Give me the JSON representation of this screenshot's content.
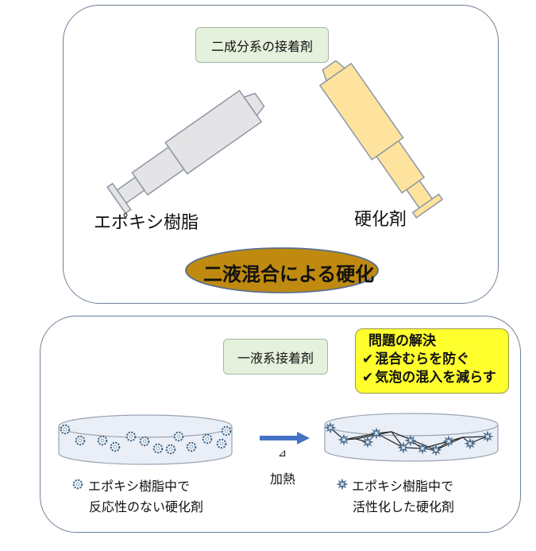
{
  "top_panel": {
    "title": "二成分系の接着剤",
    "left_label": "エポキシ樹脂",
    "right_label": "硬化剤",
    "result_label": "二液混合による硬化",
    "colors": {
      "left_syringe": "#e4e4e6",
      "right_syringe": "#fde39d",
      "ellipse": "#bf8a0f"
    }
  },
  "bottom_panel": {
    "title": "一液系接着剤",
    "solution_box": {
      "heading": "問題の解決",
      "items": [
        "混合むらを防ぐ",
        "気泡の混入を減らす"
      ],
      "color": "#ffff2e"
    },
    "arrow_symbol": "⊿",
    "arrow_label": "加熱",
    "left_caption": {
      "line1": "エポキシ樹脂中で",
      "line2": "反応性のない硬化剤"
    },
    "right_caption": {
      "line1": "エポキシ樹脂中で",
      "line2": "活性化した硬化剤"
    },
    "colors": {
      "arrow": "#4472c4",
      "particle": "#4a6b8c"
    }
  }
}
